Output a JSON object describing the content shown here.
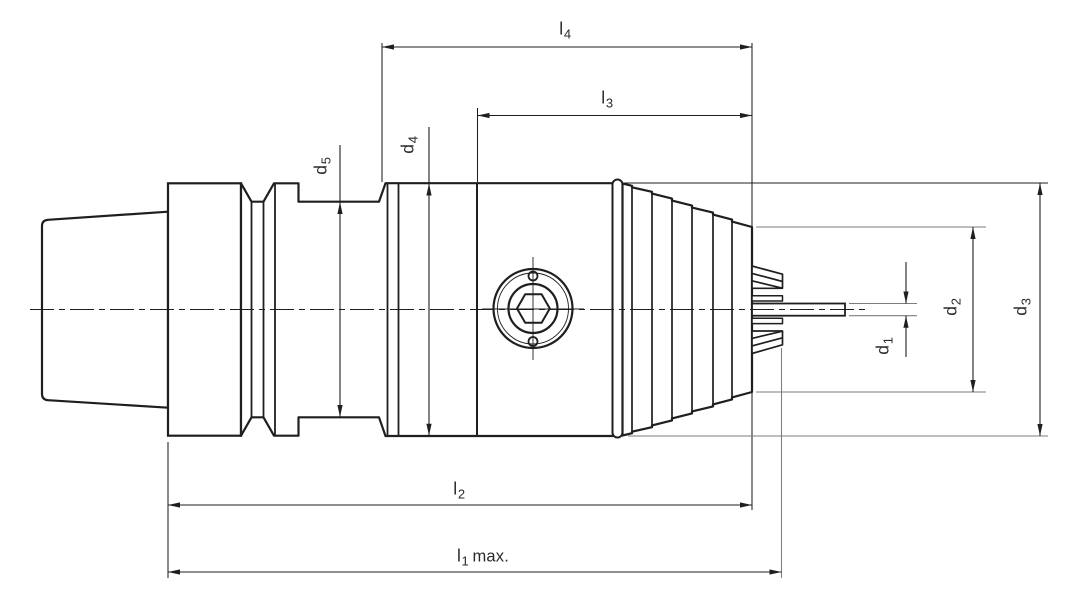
{
  "figure": {
    "kind": "dimensioned side view technical drawing",
    "colors": {
      "ink": "#1f1f1f",
      "extension_line": "#7d7d7d",
      "background": "#ffffff",
      "label_text": "#2b2b2b"
    }
  },
  "labels": {
    "l4": {
      "base": "l",
      "sub": "4",
      "suffix": ""
    },
    "l3": {
      "base": "l",
      "sub": "3",
      "suffix": ""
    },
    "l2": {
      "base": "l",
      "sub": "2",
      "suffix": ""
    },
    "l1": {
      "base": "l",
      "sub": "1",
      "suffix": "max."
    },
    "d5": {
      "base": "d",
      "sub": "5",
      "suffix": ""
    },
    "d4": {
      "base": "d",
      "sub": "4",
      "suffix": ""
    },
    "d1": {
      "base": "d",
      "sub": "1",
      "suffix": ""
    },
    "d2": {
      "base": "d",
      "sub": "2",
      "suffix": ""
    },
    "d3": {
      "base": "d",
      "sub": "3",
      "suffix": ""
    }
  }
}
